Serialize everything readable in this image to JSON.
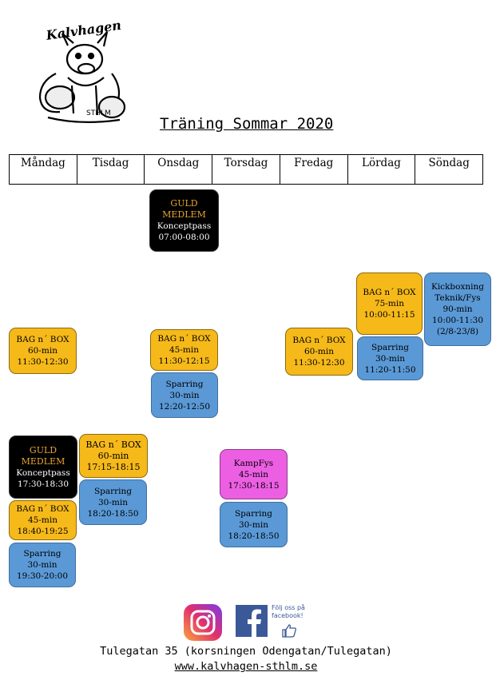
{
  "header": {
    "logo_text_top": "Kalvhagen",
    "logo_text_bottom": "STHLM",
    "title": "Träning Sommar 2020"
  },
  "days": [
    "Måndag",
    "Tisdag",
    "Onsdag",
    "Torsdag",
    "Fredag",
    "Lördag",
    "Söndag"
  ],
  "sessions": {
    "ons_guld": {
      "l1": "GULD",
      "l2": "MEDLEM",
      "l3": "Konceptpass",
      "l4": "07:00-08:00"
    },
    "mon_bag": {
      "l1": "BAG  n´ BOX",
      "l2": "60-min",
      "l3": "11:30-12:30"
    },
    "ons_bag": {
      "l1": "BAG  n´ BOX",
      "l2": "45-min",
      "l3": "11:30-12:15"
    },
    "ons_spar": {
      "l1": "Sparring",
      "l2": "30-min",
      "l3": "12:20-12:50"
    },
    "fre_bag": {
      "l1": "BAG  n´ BOX",
      "l2": "60-min",
      "l3": "11:30-12:30"
    },
    "lor_bag": {
      "l1": "BAG n´ BOX",
      "l2": "75-min",
      "l3": "10:00-11:15"
    },
    "lor_spar": {
      "l1": "Sparring",
      "l2": "30-min",
      "l3": "11:20-11:50"
    },
    "son_kick": {
      "l1": "Kickboxning",
      "l2": "Teknik/Fys",
      "l3": "90-min",
      "l4": "10:00-11:30",
      "l5": "(2/8-23/8)"
    },
    "mon_guld": {
      "l1": "GULD",
      "l2": "MEDLEM",
      "l3": "Konceptpass",
      "l4": "17:30-18:30"
    },
    "mon_bag2": {
      "l1": "BAG  n´ BOX",
      "l2": "45-min",
      "l3": "18:40-19:25"
    },
    "mon_spar": {
      "l1": "Sparring",
      "l2": "30-min",
      "l3": "19:30-20:00"
    },
    "tis_bag": {
      "l1": "BAG n´ BOX",
      "l2": "60-min",
      "l3": "17:15-18:15"
    },
    "tis_spar": {
      "l1": "Sparring",
      "l2": "30-min",
      "l3": "18:20-18:50"
    },
    "tor_kamp": {
      "l1": "KampFys",
      "l2": "45-min",
      "l3": "17:30-18:15"
    },
    "tor_spar": {
      "l1": "Sparring",
      "l2": "30-min",
      "l3": "18:20-18:50"
    }
  },
  "social": {
    "follow_line1": "Följ oss på",
    "follow_line2": "facebook!"
  },
  "footer": {
    "address": "Tulegatan 35 (korsningen Odengatan/Tulegatan)",
    "website": "www.kalvhagen-sthlm.se"
  },
  "colors": {
    "yellow": "#f6b91a",
    "blue": "#5a99d6",
    "pink": "#ec5fe3",
    "black": "#000000",
    "gold_text": "#e8a531"
  }
}
